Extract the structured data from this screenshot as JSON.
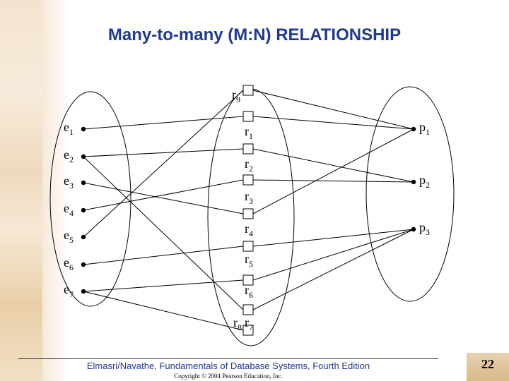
{
  "title": "Many-to-many (M:N) RELATIONSHIP",
  "footer": {
    "text": "Elmasri/Navathe, Fundamentals of Database Systems, Fourth Edition",
    "copyright": "Copyright © 2004 Pearson Education, Inc.",
    "page": "22"
  },
  "entities_e": [
    {
      "id": "e1",
      "base": "e",
      "sub": "1"
    },
    {
      "id": "e2",
      "base": "e",
      "sub": "2"
    },
    {
      "id": "e3",
      "base": "e",
      "sub": "3"
    },
    {
      "id": "e4",
      "base": "e",
      "sub": "4"
    },
    {
      "id": "e5",
      "base": "e",
      "sub": "5"
    },
    {
      "id": "e6",
      "base": "e",
      "sub": "6"
    },
    {
      "id": "e7",
      "base": "e",
      "sub": "7"
    }
  ],
  "entities_p": [
    {
      "id": "p1",
      "base": "p",
      "sub": "1"
    },
    {
      "id": "p2",
      "base": "p",
      "sub": "2"
    },
    {
      "id": "p3",
      "base": "p",
      "sub": "3"
    }
  ],
  "relationships": [
    {
      "id": "r9",
      "base": "r",
      "sub": "9"
    },
    {
      "id": "r1",
      "base": "r",
      "sub": "1"
    },
    {
      "id": "r2",
      "base": "r",
      "sub": "2"
    },
    {
      "id": "r3",
      "base": "r",
      "sub": "3"
    },
    {
      "id": "r4",
      "base": "r",
      "sub": "4"
    },
    {
      "id": "r5",
      "base": "r",
      "sub": "5"
    },
    {
      "id": "r6",
      "base": "r",
      "sub": "6"
    },
    {
      "id": "r8",
      "base": "r",
      "sub": "8"
    },
    {
      "id": "r7",
      "base": "r",
      "sub": "7"
    }
  ],
  "links": [
    [
      "e1",
      "r1"
    ],
    [
      "r1",
      "p1"
    ],
    [
      "e2",
      "r2"
    ],
    [
      "r2",
      "p2"
    ],
    [
      "e3",
      "r4"
    ],
    [
      "r4",
      "p1"
    ],
    [
      "e4",
      "r3"
    ],
    [
      "r3",
      "p2"
    ],
    [
      "e5",
      "r9"
    ],
    [
      "r9",
      "p1"
    ],
    [
      "e6",
      "r5"
    ],
    [
      "r5",
      "p3"
    ],
    [
      "e7",
      "r6"
    ],
    [
      "r6",
      "p3"
    ],
    [
      "e2",
      "r8"
    ],
    [
      "r8",
      "p3"
    ],
    [
      "e7",
      "r7"
    ]
  ]
}
